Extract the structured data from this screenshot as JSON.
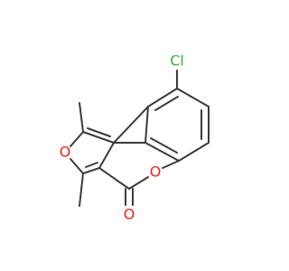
{
  "molecule": {
    "atoms": {
      "chlorine": {
        "label": "Cl",
        "color": "#3cb043"
      },
      "furan_oxygen": {
        "label": "O",
        "color": "#e8251a"
      },
      "lactone_oxygen": {
        "label": "O",
        "color": "#e8251a"
      },
      "carbonyl_oxygen": {
        "label": "O",
        "color": "#e8251a"
      }
    },
    "bond_color": "#3b3b3b"
  }
}
